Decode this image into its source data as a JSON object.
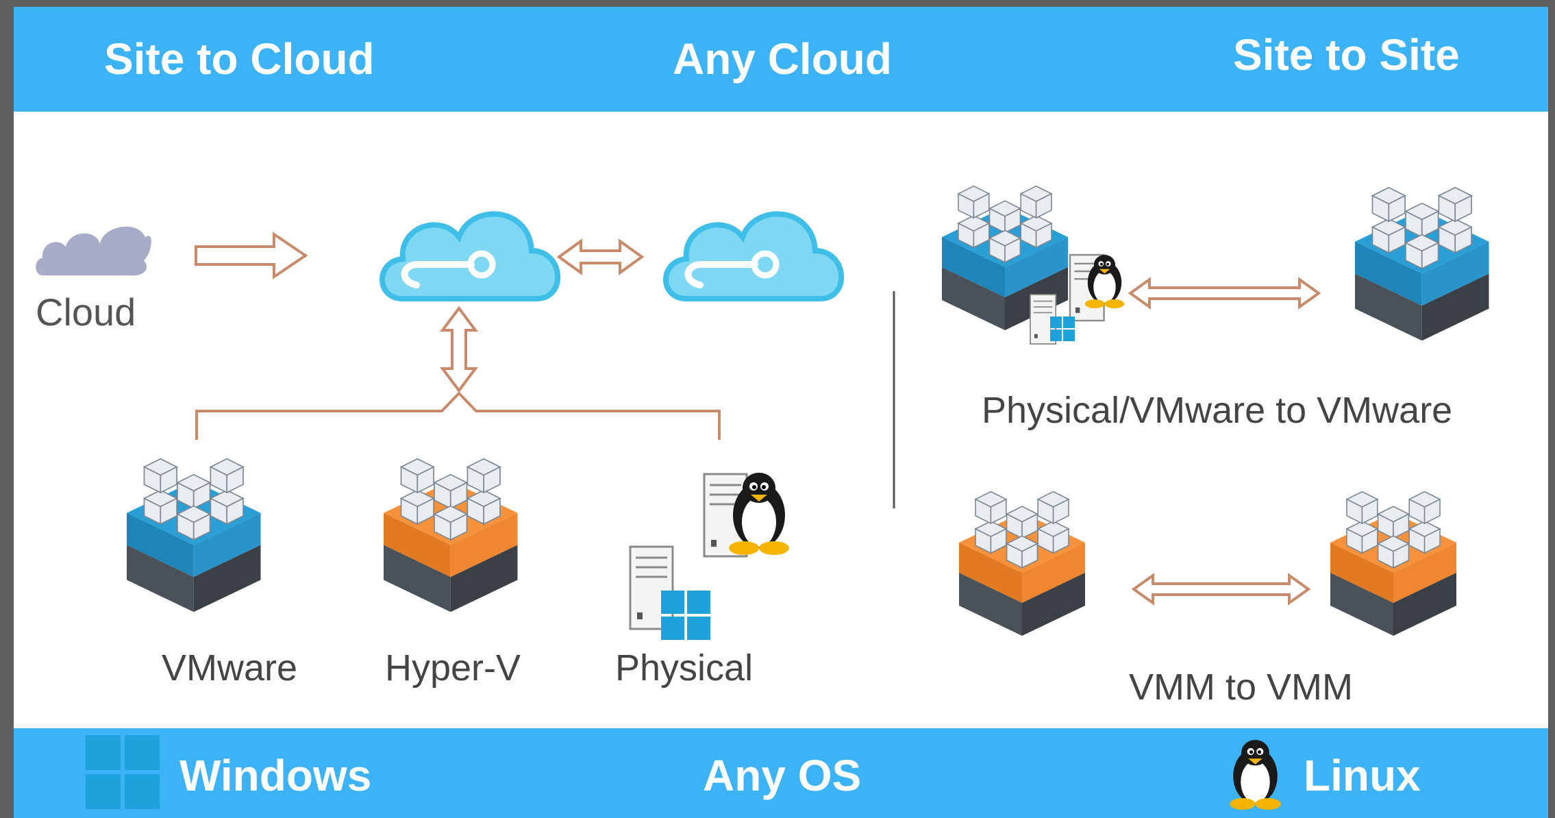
{
  "header": {
    "left": "Site to Cloud",
    "center": "Any Cloud",
    "right": "Site to Site"
  },
  "footer": {
    "left": "Windows",
    "center": "Any OS",
    "right": "Linux"
  },
  "diagram": {
    "cloud_label": "Cloud",
    "sources": [
      "VMware",
      "Hyper-V",
      "Physical"
    ],
    "site_to_site": [
      "Physical/VMware to VMware",
      "VMM to VMM"
    ]
  },
  "colors": {
    "band": "#3db3f7",
    "vmware_blue": "#2a9fd6",
    "hyperv_orange": "#f6923c",
    "azure_cloud": "#47c7ef",
    "arrow": "#c98a6b",
    "generic_cloud": "#a9acc9"
  }
}
